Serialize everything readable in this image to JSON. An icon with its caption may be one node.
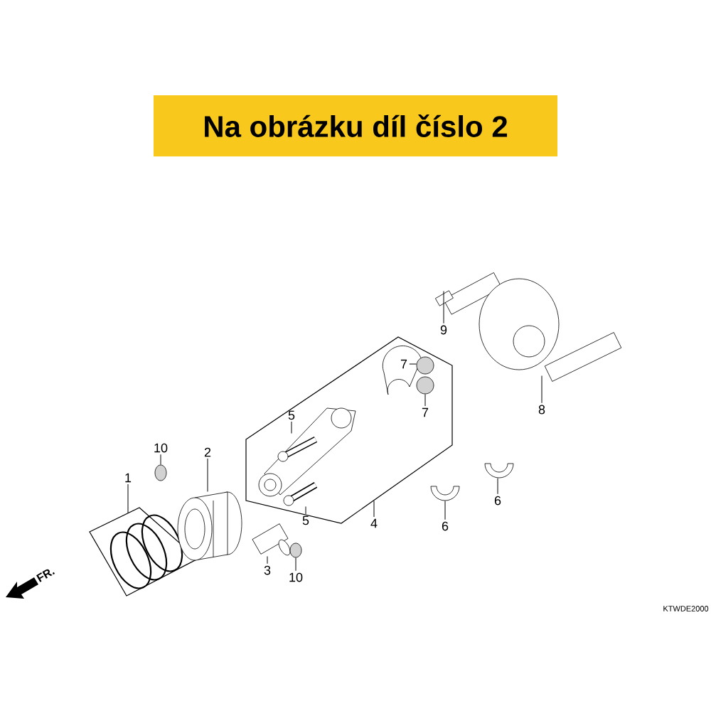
{
  "diagram": {
    "nodes": [
      {
        "text": [
          "Na obrázku díl číslo 2"
        ]
      },
      {
        "text": [],
        "shape": "box"
      },
      {
        "text": [],
        "shape": "picture",
        "in": 1
      },
      {
        "text": [],
        "shape": "picture",
        "in": 1
      },
      {
        "text": [],
        "shape": "circle",
        "in": 1
      },
      {
        "text": [],
        "shape": "circle",
        "in": 1
      },
      {
        "text": [],
        "shape": "box"
      },
      {
        "text": [],
        "shape": "picture"
      },
      {
        "text": [],
        "shape": "picture"
      },
      {
        "text": [],
        "shape": "circle"
      },
      {
        "text": [],
        "shape": "circle"
      },
      {
        "text": [],
        "shape": "picture"
      },
      {
        "text": [],
        "shape": "picture"
      },
      {
        "text": [],
        "shape": "picture"
      },
      {
        "text": [],
        "shape": "picture"
      },
      {
        "text": [
          "9"
        ]
      },
      {
        "text": [
          "7"
        ],
        "in": 1
      },
      {
        "text": [
          "8"
        ]
      },
      {
        "text": [
          "7"
        ],
        "in": 1
      },
      {
        "text": [
          "5"
        ],
        "in": 1
      },
      {
        "text": [
          "10"
        ]
      },
      {
        "text": [
          "2"
        ]
      },
      {
        "text": [
          "1"
        ]
      },
      {
        "text": [
          "6"
        ]
      },
      {
        "text": [
          "5"
        ]
      },
      {
        "text": [
          "4"
        ]
      },
      {
        "text": [
          "6"
        ]
      },
      {
        "text": [
          "3"
        ]
      },
      {
        "text": [
          "10"
        ]
      }
    ],
    "edges": [
      {
        "from": 15,
        "to": 14,
        "arrow": "none"
      },
      {
        "from": 16,
        "to": 4,
        "arrow": "none"
      },
      {
        "from": 17,
        "to": 13,
        "arrow": "none"
      },
      {
        "from": 18,
        "to": 5,
        "arrow": "none"
      },
      {
        "from": 19,
        "to": 2,
        "arrow": "none"
      },
      {
        "from": 20,
        "to": 9,
        "arrow": "none"
      },
      {
        "from": 21,
        "to": 7,
        "arrow": "none"
      },
      {
        "from": 22,
        "to": 6,
        "arrow": "none"
      },
      {
        "from": 23,
        "to": 12,
        "arrow": "none"
      },
      {
        "from": 24,
        "to": 3,
        "arrow": "none"
      },
      {
        "from": 25,
        "to": 1,
        "arrow": "none"
      },
      {
        "from": 26,
        "to": 11,
        "arrow": "none"
      },
      {
        "from": 27,
        "to": 8,
        "arrow": "none"
      },
      {
        "from": 28,
        "to": 10,
        "arrow": "none"
      }
    ],
    "labels": [
      "FR.",
      "KTWDE2000"
    ]
  }
}
